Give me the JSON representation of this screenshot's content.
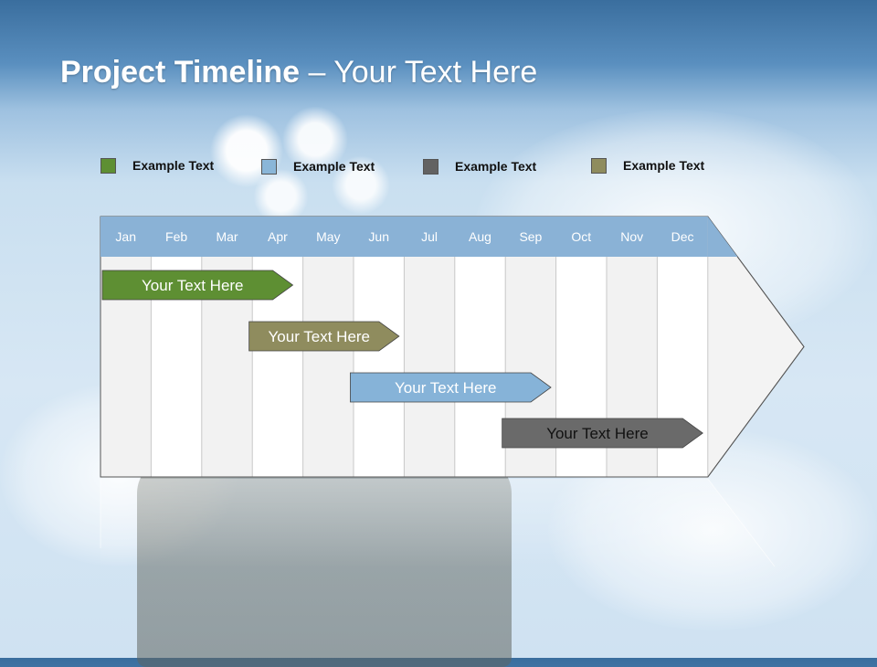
{
  "slide": {
    "title_bold": "Project Timeline",
    "title_rest": " – Your Text Here"
  },
  "legend": [
    {
      "label": "Example Text",
      "color": "#5e8f33"
    },
    {
      "label": "Example Text",
      "color": "#8ab6d8"
    },
    {
      "label": "Example Text",
      "color": "#626262"
    },
    {
      "label": "Example Text",
      "color": "#8f8c5e"
    }
  ],
  "timeline": {
    "months": [
      "Jan",
      "Feb",
      "Mar",
      "Apr",
      "May",
      "Jun",
      "Jul",
      "Aug",
      "Sep",
      "Oct",
      "Nov",
      "Dec"
    ],
    "header_color": "#8ab2d6",
    "tasks": [
      {
        "label": "Your  Text Here",
        "start_month": 1,
        "end_month": 4.8,
        "color": "#5e8f33",
        "text_color": "#ffffff"
      },
      {
        "label": "Your  Text Here",
        "start_month": 3.9,
        "end_month": 6.9,
        "color": "#8f8c5e",
        "text_color": "#ffffff"
      },
      {
        "label": "Your  Text Here",
        "start_month": 5.9,
        "end_month": 9.9,
        "color": "#86b3d8",
        "text_color": "#ffffff"
      },
      {
        "label": "Your  Text Here",
        "start_month": 8.9,
        "end_month": 12.9,
        "color": "#6a6a6a",
        "text_color": "#111111"
      }
    ]
  }
}
